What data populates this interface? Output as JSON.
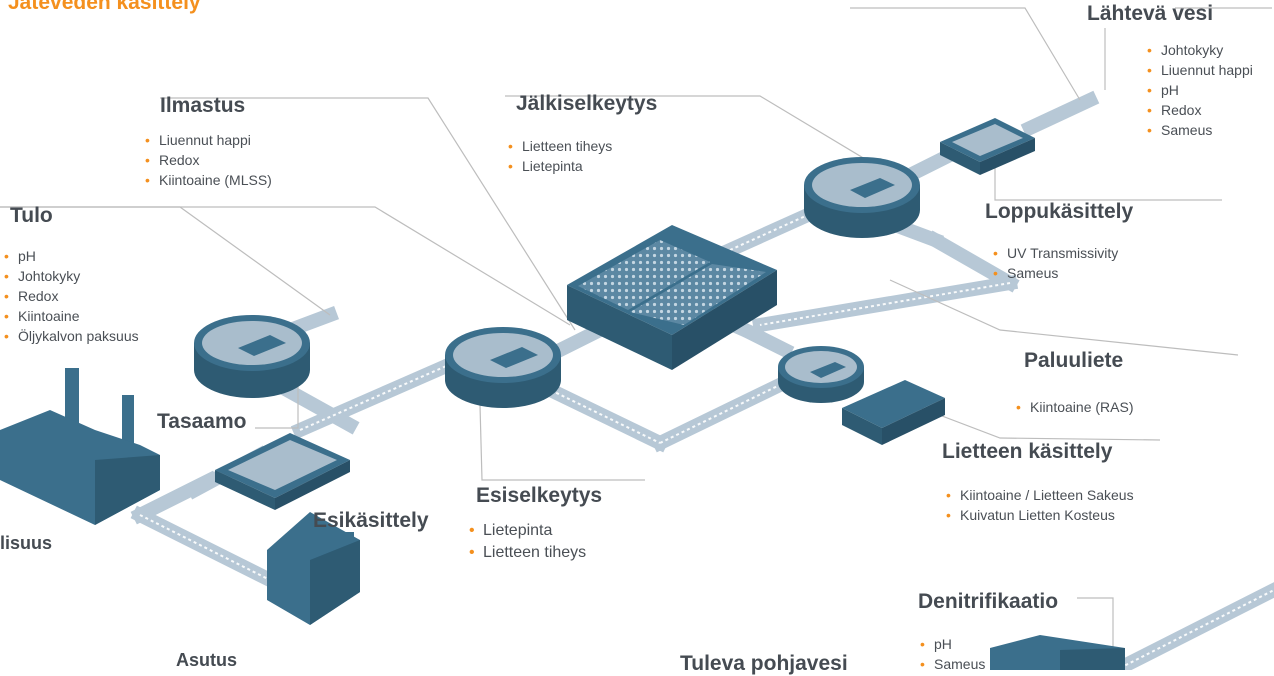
{
  "title": "Jäteveden käsittely",
  "sections": {
    "lahteva_vesi": {
      "heading": "Lähtevä vesi",
      "items": [
        "Johtokyky",
        "Liuennut happi",
        "pH",
        "Redox",
        "Sameus"
      ]
    },
    "ilmastus": {
      "heading": "Ilmastus",
      "items": [
        "Liuennut happi",
        "Redox",
        "Kiintoaine (MLSS)"
      ]
    },
    "jalkiselkeytys": {
      "heading": "Jälkiselkeytys",
      "items": [
        "Lietteen tiheys",
        "Lietepinta"
      ]
    },
    "tulo": {
      "heading": "Tulo",
      "items": [
        "pH",
        "Johtokyky",
        "Redox",
        "Kiintoaine",
        "Öljykalvon paksuus"
      ]
    },
    "loppukasittely": {
      "heading": "Loppukäsittely",
      "items": [
        "UV Transmissivity",
        "Sameus"
      ]
    },
    "paluuliete": {
      "heading": "Paluuliete",
      "items": [
        "Kiintoaine (RAS)"
      ]
    },
    "tasaamo": {
      "heading": "Tasaamo"
    },
    "lietteen_kasittely": {
      "heading": "Lietteen käsittely",
      "items": [
        "Kiintoaine / Lietteen Sakeus",
        "Kuivatun Lietten Kosteus"
      ]
    },
    "esiselkeytys": {
      "heading": "Esiselkeytys",
      "items": [
        "Lietepinta",
        "Lietteen tiheys"
      ]
    },
    "esikasittely": {
      "heading": "Esikäsittely"
    },
    "teollisuus": {
      "heading_fragment": "lisuus"
    },
    "asutus": {
      "heading": "Asutus"
    },
    "tuleva_pohjavesi": {
      "heading": "Tuleva pohjavesi"
    },
    "denitrifikaatio": {
      "heading": "Denitrifikaatio",
      "items": [
        "pH",
        "Sameus"
      ]
    }
  },
  "colors": {
    "accent": "#f4901e",
    "heading": "#454b52",
    "text": "#4a4f55",
    "equipment": "#3b6f8c",
    "pipe": "#b7c8d6",
    "leader": "#bdbdbd"
  }
}
